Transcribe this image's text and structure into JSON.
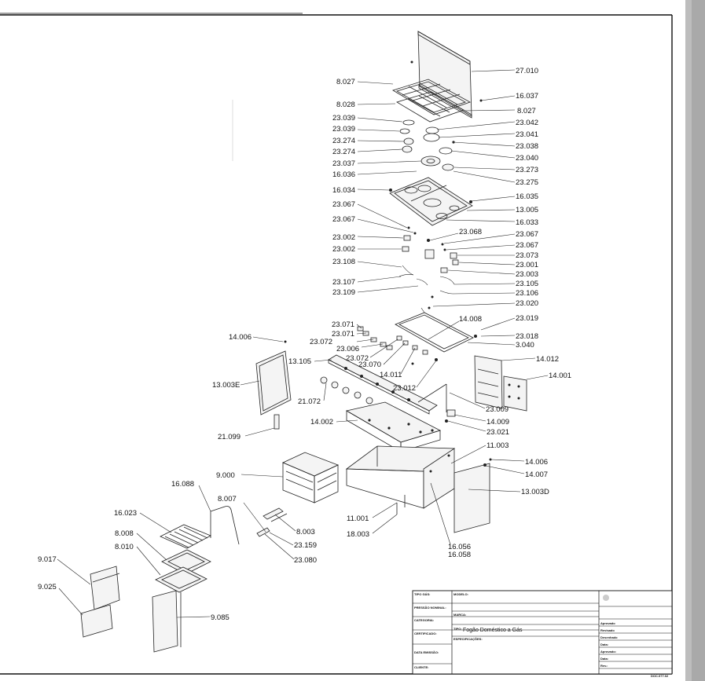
{
  "callouts": [
    {
      "id": "c1",
      "text": "27.010"
    },
    {
      "id": "c2",
      "text": "8.027"
    },
    {
      "id": "c3",
      "text": "16.037"
    },
    {
      "id": "c4",
      "text": "8.028"
    },
    {
      "id": "c5",
      "text": "8.027"
    },
    {
      "id": "c6",
      "text": "23.039"
    },
    {
      "id": "c7",
      "text": "23.042"
    },
    {
      "id": "c8",
      "text": "23.039"
    },
    {
      "id": "c9",
      "text": "23.041"
    },
    {
      "id": "c10",
      "text": "23.274"
    },
    {
      "id": "c11",
      "text": "23.038"
    },
    {
      "id": "c12",
      "text": "23.274"
    },
    {
      "id": "c13",
      "text": "23.040"
    },
    {
      "id": "c14",
      "text": "23.037"
    },
    {
      "id": "c15",
      "text": "23.273"
    },
    {
      "id": "c16",
      "text": "16.036"
    },
    {
      "id": "c17",
      "text": "23.275"
    },
    {
      "id": "c18",
      "text": "16.034"
    },
    {
      "id": "c19",
      "text": "16.035"
    },
    {
      "id": "c20",
      "text": "23.067"
    },
    {
      "id": "c21",
      "text": "13.005"
    },
    {
      "id": "c22",
      "text": "16.033"
    },
    {
      "id": "c23",
      "text": "23.067"
    },
    {
      "id": "c24",
      "text": "23.068"
    },
    {
      "id": "c25",
      "text": "23.067"
    },
    {
      "id": "c26",
      "text": "23.002"
    },
    {
      "id": "c27",
      "text": "23.067"
    },
    {
      "id": "c28",
      "text": "23.002"
    },
    {
      "id": "c29",
      "text": "23.073"
    },
    {
      "id": "c30",
      "text": "23.001"
    },
    {
      "id": "c31",
      "text": "23.108"
    },
    {
      "id": "c32",
      "text": "23.003"
    },
    {
      "id": "c33",
      "text": "23.107"
    },
    {
      "id": "c34",
      "text": "23.105"
    },
    {
      "id": "c35",
      "text": "23.109"
    },
    {
      "id": "c36",
      "text": "23.106"
    },
    {
      "id": "c37",
      "text": "23.020"
    },
    {
      "id": "c38",
      "text": "14.008"
    },
    {
      "id": "c39",
      "text": "23.019"
    },
    {
      "id": "c40",
      "text": "23.071"
    },
    {
      "id": "c41",
      "text": "23.018"
    },
    {
      "id": "c42",
      "text": "23.071"
    },
    {
      "id": "c43",
      "text": "14.006"
    },
    {
      "id": "c44",
      "text": "23.072"
    },
    {
      "id": "c45",
      "text": "3.040"
    },
    {
      "id": "c46",
      "text": "23.006"
    },
    {
      "id": "c47",
      "text": "23.072"
    },
    {
      "id": "c48",
      "text": "13.105"
    },
    {
      "id": "c49",
      "text": "23.070"
    },
    {
      "id": "c50",
      "text": "14.012"
    },
    {
      "id": "c51",
      "text": "14.011"
    },
    {
      "id": "c52",
      "text": "14.001"
    },
    {
      "id": "c53",
      "text": "13.003E"
    },
    {
      "id": "c54",
      "text": "23.012"
    },
    {
      "id": "c55",
      "text": "21.072"
    },
    {
      "id": "c56",
      "text": "23.009"
    },
    {
      "id": "c57",
      "text": "14.009"
    },
    {
      "id": "c58",
      "text": "14.002"
    },
    {
      "id": "c59",
      "text": "23.021"
    },
    {
      "id": "c60",
      "text": "21.099"
    },
    {
      "id": "c61",
      "text": "11.003"
    },
    {
      "id": "c62",
      "text": "14.006"
    },
    {
      "id": "c63",
      "text": "9.000"
    },
    {
      "id": "c64",
      "text": "14.007"
    },
    {
      "id": "c65",
      "text": "16.088"
    },
    {
      "id": "c66",
      "text": "13.003D"
    },
    {
      "id": "c67",
      "text": "8.007"
    },
    {
      "id": "c68",
      "text": "16.023"
    },
    {
      "id": "c69",
      "text": "8.003"
    },
    {
      "id": "c70",
      "text": "11.001"
    },
    {
      "id": "c71",
      "text": "8.008"
    },
    {
      "id": "c72",
      "text": "23.159"
    },
    {
      "id": "c73",
      "text": "18.003"
    },
    {
      "id": "c74",
      "text": "8.010"
    },
    {
      "id": "c75",
      "text": "23.080"
    },
    {
      "id": "c76",
      "text": "16.056"
    },
    {
      "id": "c77",
      "text": "9.017"
    },
    {
      "id": "c78",
      "text": "16.058"
    },
    {
      "id": "c79",
      "text": "9.025"
    },
    {
      "id": "c80",
      "text": "9.085"
    }
  ],
  "title_block": {
    "tipo_gas_label": "TIPO GÁS:",
    "modelo_label": "MODELO:",
    "pressao_label": "PRESSÃO NOMINAL:",
    "marca_label": "MARCA:",
    "categoria_label": "CATEGORIA:",
    "certificado_label": "CERTIFICADO:",
    "tipo_label": "TIPO:",
    "tipo_value": "Fogão Doméstico a Gás",
    "especificacoes_label": "ESPECIFICAÇÕES:",
    "data_emissao_label": "DATA EMISSÃO:",
    "cliente_label": "CLIENTE:",
    "aprovado_label": "Aprovado",
    "revisado_label": "Revisado",
    "desenhado_label": "Desenhado",
    "data1_label": "Data:",
    "aprovacao_label": "Aprovado:",
    "data2_label": "Data:",
    "rev_label": "Rev.:",
    "doc_code": "DOC.077.02"
  }
}
